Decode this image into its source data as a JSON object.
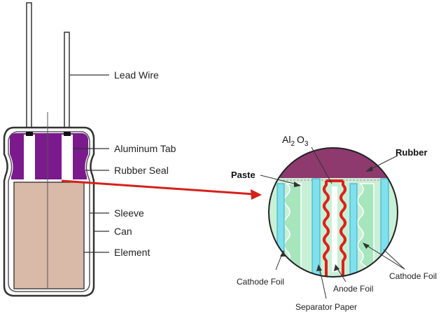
{
  "labels": {
    "lead_wire": "Lead Wire",
    "aluminum_tab": "Aluminum Tab",
    "rubber_seal": "Rubber Seal",
    "sleeve": "Sleeve",
    "can": "Can",
    "element": "Element",
    "al2o3_base": "Al",
    "al2o3_sub1": "2",
    "al2o3_mid": "O",
    "al2o3_sub2": "3",
    "rubber": "Rubber",
    "paste": "Paste",
    "cathode_foil_left": "Cathode Foil",
    "cathode_foil_right": "Cathode Foil",
    "anode_foil": "Anode Foil",
    "separator_paper": "Separator Paper"
  },
  "colors": {
    "rubber_seal": "#7a1a8c",
    "element": "#d9b9a8",
    "rubber_cap": "#8e3a6e",
    "paste_fill": "#c8f0d6",
    "cathode_blue": "#7fe0ee",
    "anode_red": "#e0201a",
    "arrow_red": "#d4221b"
  }
}
